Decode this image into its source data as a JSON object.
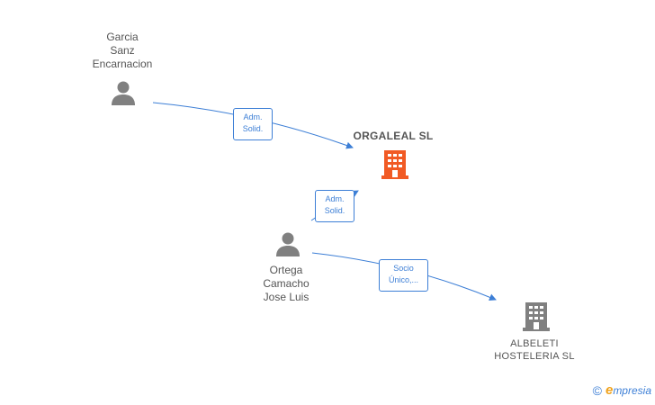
{
  "persons": [
    {
      "id": "garcia",
      "lines": [
        "Garcia",
        "Sanz",
        "Encarnacion"
      ]
    },
    {
      "id": "ortega",
      "lines": [
        "Ortega",
        "Camacho",
        "Jose Luis"
      ]
    }
  ],
  "companies": [
    {
      "id": "orgaleal",
      "name": "ORGALEAL SL",
      "color": "#f15a24"
    },
    {
      "id": "albeleti",
      "lines": [
        "ALBELETI",
        "HOSTELERIA SL"
      ],
      "color": "#808080"
    }
  ],
  "edges": [
    {
      "from": "garcia",
      "to": "orgaleal",
      "label_lines": [
        "Adm.",
        "Solid."
      ]
    },
    {
      "from": "ortega",
      "to": "orgaleal",
      "label_lines": [
        "Adm.",
        "Solid."
      ]
    },
    {
      "from": "ortega",
      "to": "albeleti",
      "label_lines": [
        "Socio",
        "Único,..."
      ]
    }
  ],
  "colors": {
    "edge": "#3d7fd6",
    "person_icon": "#808080",
    "text": "#555555"
  },
  "brand": {
    "copyright": "©",
    "name_initial": "e",
    "name_rest": "mpresia"
  }
}
